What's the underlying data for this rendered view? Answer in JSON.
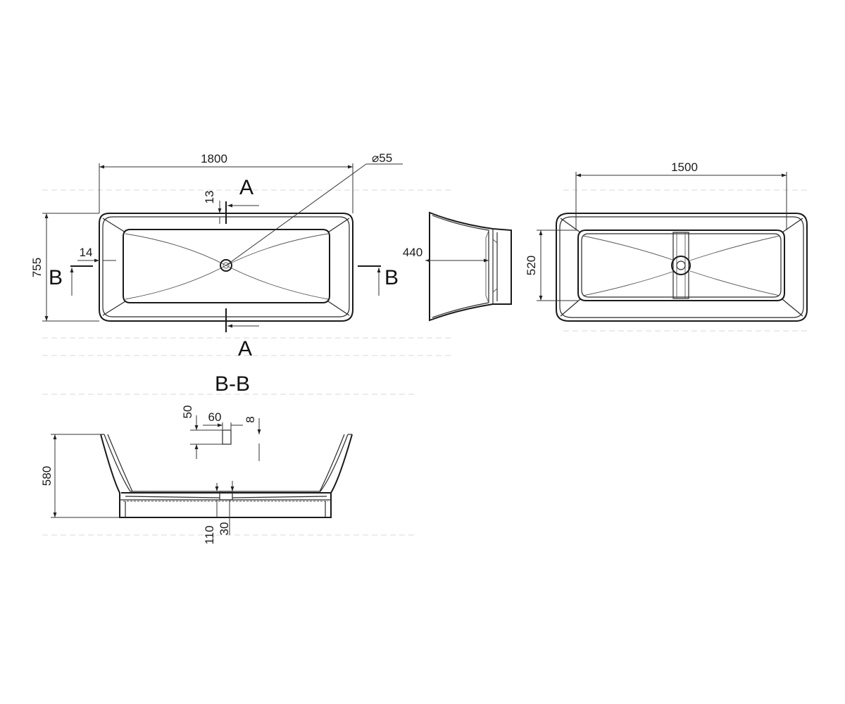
{
  "top_view": {
    "length_dim": "1800",
    "width_dim": "755",
    "rim_offset_dim": "14",
    "overflow_offset_dim": "13",
    "drain_diameter": "⌀55",
    "section_a_label": "A",
    "section_b_label": "B"
  },
  "side_view": {
    "depth_dim": "440"
  },
  "bottom_view": {
    "length_dim": "1500",
    "width_dim": "520"
  },
  "section_bb": {
    "title": "B-B",
    "height_dim": "580",
    "dim_50": "50",
    "dim_60": "60",
    "dim_8": "8",
    "dim_110": "110",
    "dim_30": "30"
  }
}
